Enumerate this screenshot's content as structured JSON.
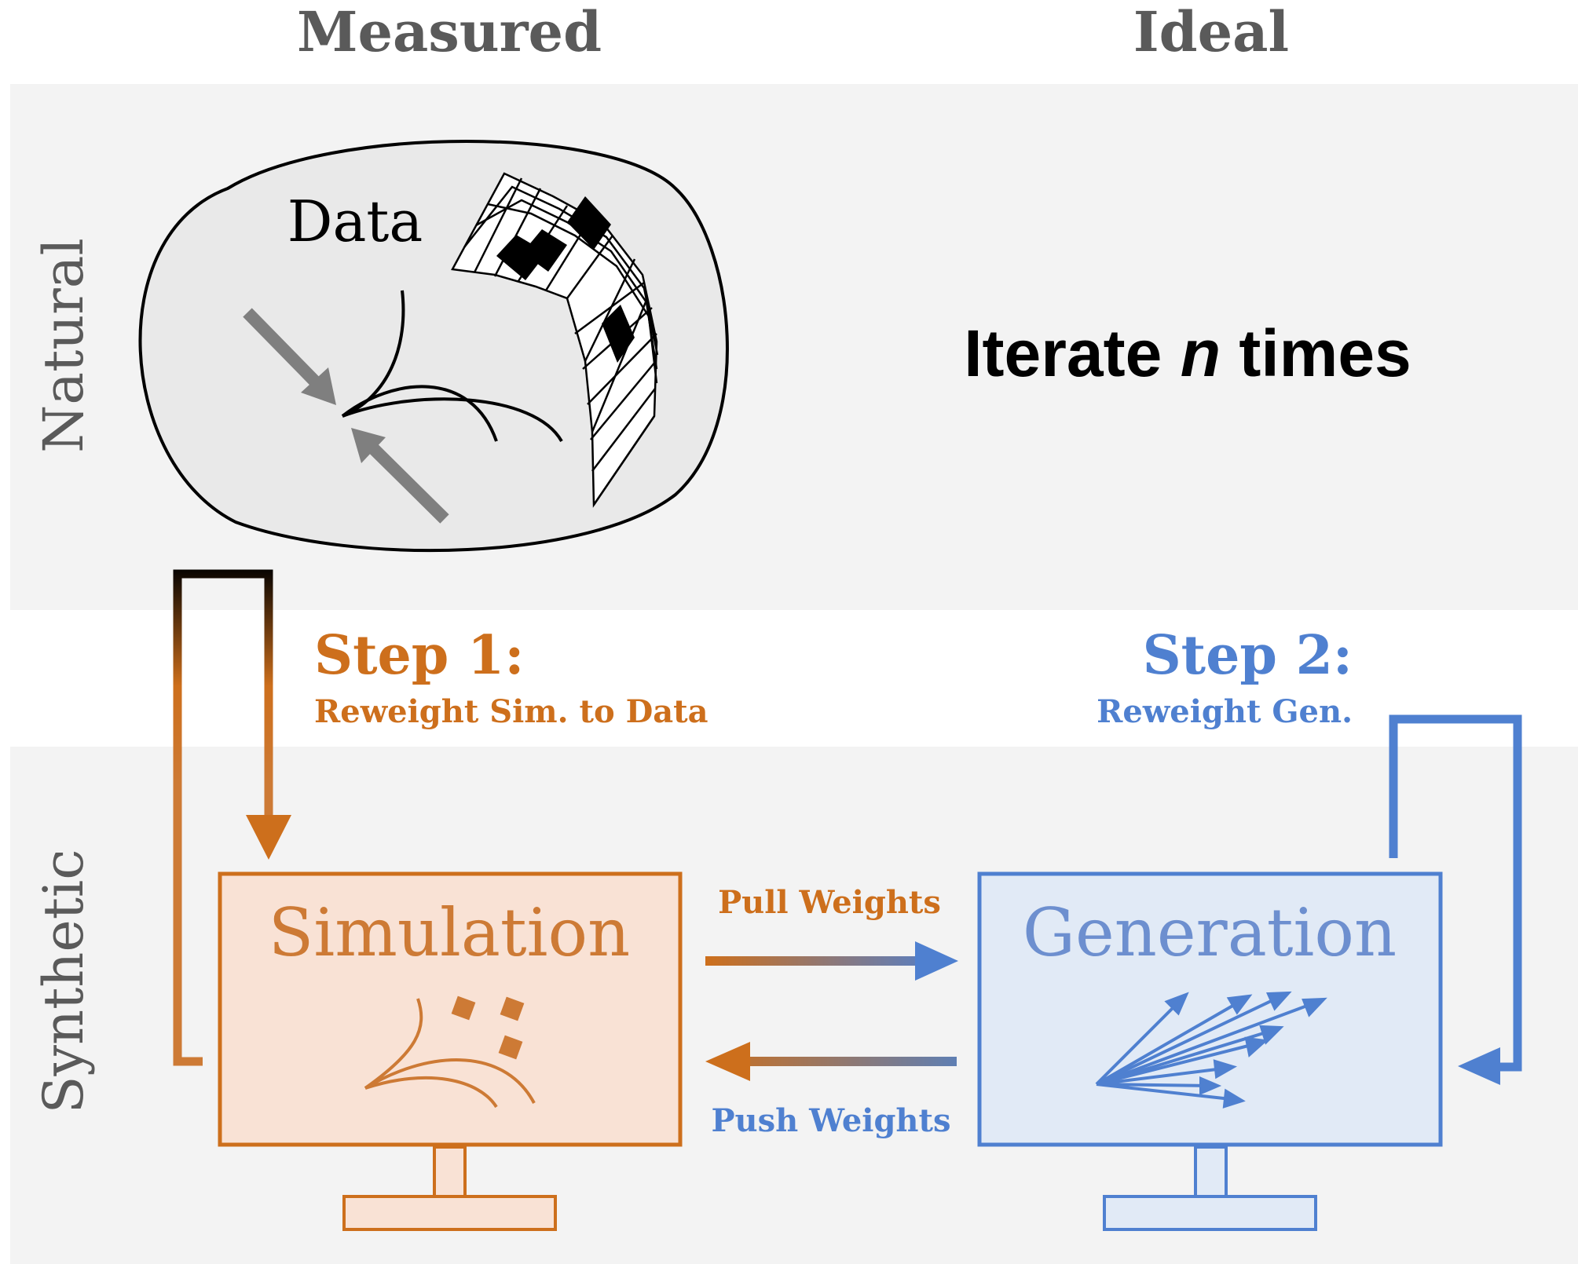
{
  "columns": {
    "measured": "Measured",
    "ideal": "Ideal"
  },
  "rows": {
    "natural": "Natural",
    "synthetic": "Synthetic"
  },
  "data_label": "Data",
  "iterate": {
    "prefix": "Iterate",
    "n": "n",
    "suffix": "times"
  },
  "step1": {
    "title": "Step 1:",
    "subtitle": "Reweight Sim. to Data"
  },
  "step2": {
    "title": "Step 2:",
    "subtitle": "Reweight Gen."
  },
  "simulation_label": "Simulation",
  "generation_label": "Generation",
  "pull_weights": "Pull Weights",
  "push_weights": "Push Weights",
  "colors": {
    "orange": "#cd6f1c",
    "blue": "#4f80d0",
    "gray_text": "#5a5a5a",
    "band": "#f3f3f3",
    "sim_fill": "#f9e2d5",
    "gen_fill": "#e1eaf6",
    "data_fill": "#e9e9e9"
  }
}
